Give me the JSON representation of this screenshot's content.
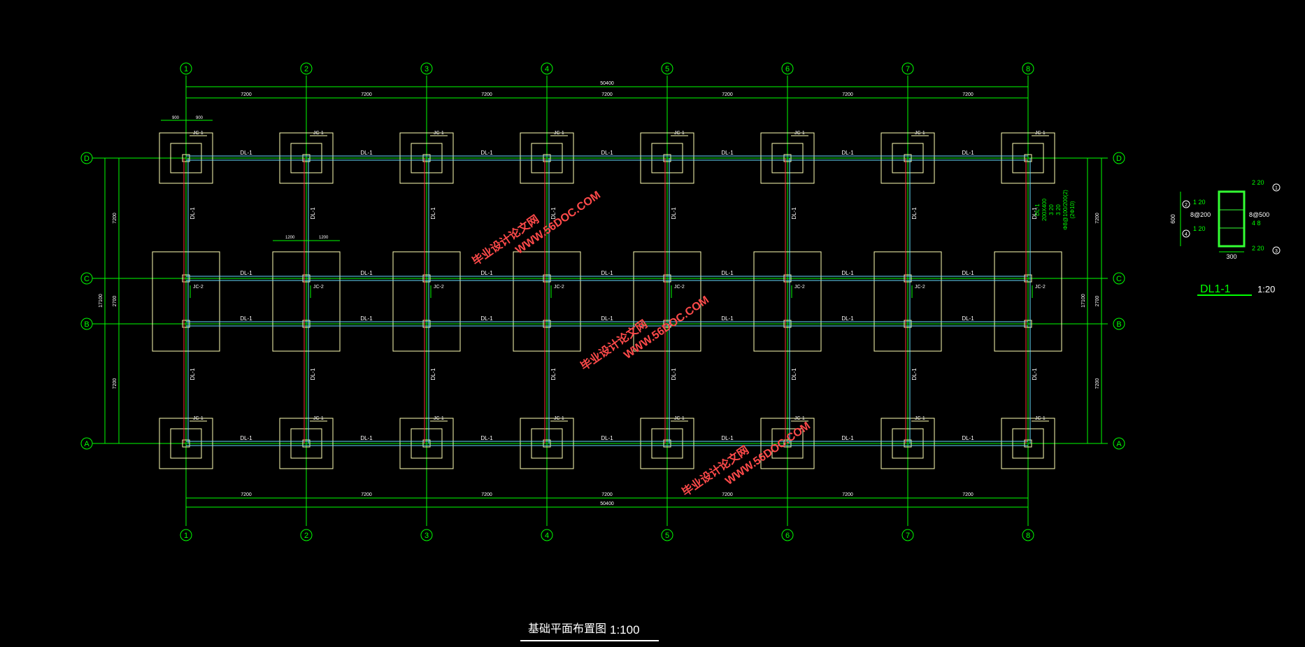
{
  "drawing": {
    "title": "基础平面布置图",
    "scale": "1:100",
    "axes_numbers": [
      "1",
      "2",
      "3",
      "4",
      "5",
      "6",
      "7",
      "8"
    ],
    "axes_letters": [
      "D",
      "C",
      "B",
      "A"
    ],
    "bay_dim": "7200",
    "total_dim": "50400",
    "side_dims": [
      "7200",
      "2700",
      "7200"
    ],
    "side_total": "17100",
    "foundation_label": "JC-1",
    "inner_label": "JC-2",
    "beam_label": "DL-1",
    "beam_label_alt": "DL-1",
    "footing_dims": [
      "900",
      "900"
    ],
    "footing_dims_mid": [
      "1200",
      "1200"
    ],
    "beam_note": [
      "DL-1",
      "200X400",
      "3 20",
      "3 20",
      "Φ8@100/200(2)",
      "(2Φ10)"
    ]
  },
  "section": {
    "title": "DL1-1",
    "scale": "1:20",
    "height": "600",
    "width": "300",
    "bars_top": "2 20",
    "bars_bottom": "2 20",
    "rebar_notes": [
      "1 20",
      "8@200",
      "1 20"
    ],
    "stirrup": "8@500",
    "side_bars": "4 8",
    "markers": [
      "1",
      "2",
      "3",
      "4"
    ]
  },
  "watermark": {
    "site": "WWW.56DOC.COM",
    "brand": "毕业设计论文网"
  },
  "colors": {
    "background": "#000000",
    "axis": "#00ff00",
    "footing": "#ffffb4",
    "text": "#ffffff",
    "beam_red": "#ff3333",
    "beam_cyan": "#66ddff",
    "watermark": "#ff4a4a",
    "section_box": "#33ff33"
  }
}
